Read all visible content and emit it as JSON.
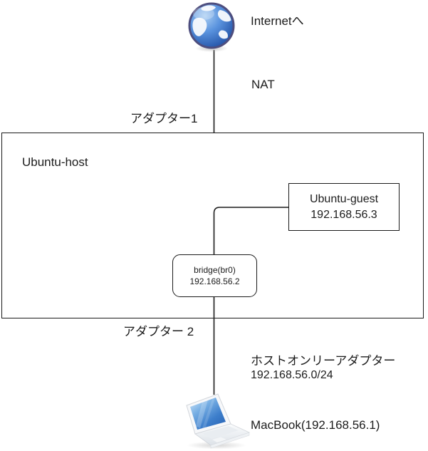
{
  "diagram": {
    "internet": {
      "label": "Internetへ"
    },
    "nat_label": "NAT",
    "adapter1_label": "アダプター1",
    "host_box": {
      "title": "Ubuntu-host"
    },
    "guest_box": {
      "name": "Ubuntu-guest",
      "ip": "192.168.56.3"
    },
    "bridge_box": {
      "name": "bridge(br0)",
      "ip": "192.168.56.2"
    },
    "adapter2_label": "アダプター 2",
    "hostonly": {
      "line1": "ホストオンリーアダプター",
      "line2": "192.168.56.0/24"
    },
    "macbook": {
      "label": "MacBook(192.168.56.1)"
    },
    "icons": {
      "top": "globe-icon",
      "bottom": "laptop-icon"
    },
    "colors": {
      "line": "#1a1a1a",
      "text": "#1c1c1c",
      "globe_ocean": "#3a74c9",
      "globe_rim": "#4e4e7e",
      "laptop_screen": "#2e6cbe"
    }
  }
}
